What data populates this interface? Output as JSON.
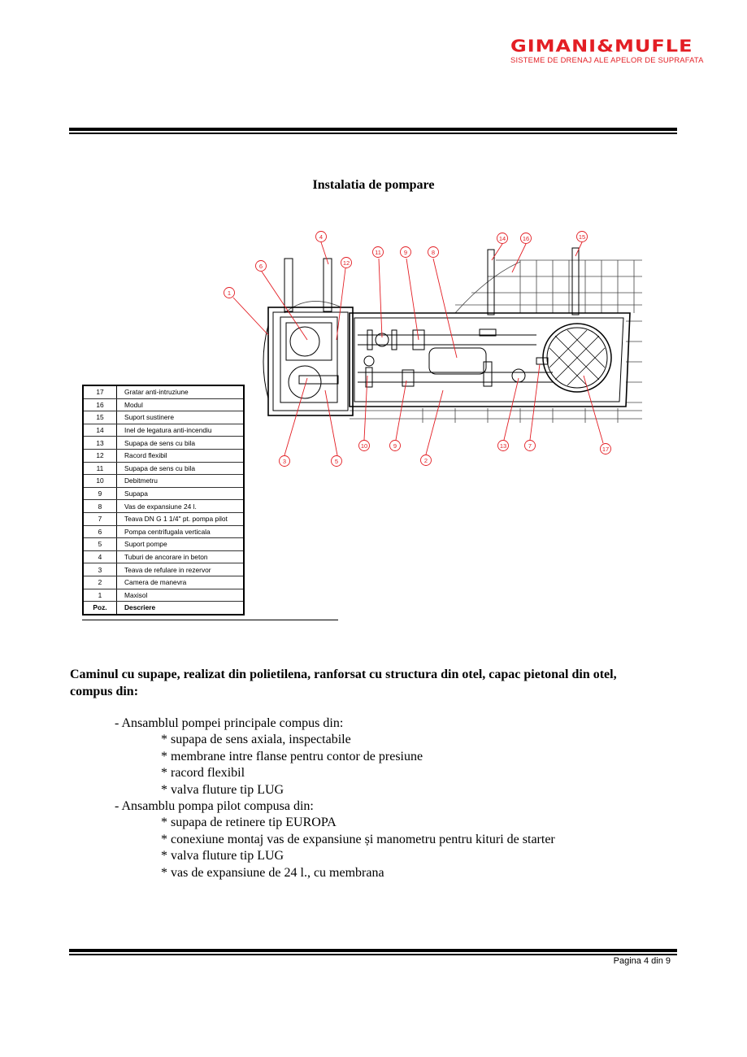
{
  "header": {
    "logo_main": "GIMANI&MUFLE",
    "logo_sub": "SISTEME DE DRENAJ ALE APELOR DE SUPRAFATA"
  },
  "title": "Instalatia de pompare",
  "drawing": {
    "callouts": [
      "1",
      "2",
      "3",
      "4",
      "5",
      "6",
      "7",
      "8",
      "9",
      "9",
      "10",
      "11",
      "12",
      "13",
      "14",
      "15",
      "16",
      "17"
    ]
  },
  "legend": {
    "rows": [
      {
        "num": "17",
        "desc": "Gratar anti-intruziune"
      },
      {
        "num": "16",
        "desc": "Modul"
      },
      {
        "num": "15",
        "desc": "Suport sustinere"
      },
      {
        "num": "14",
        "desc": "Inel de legatura anti-incendiu"
      },
      {
        "num": "13",
        "desc": "Supapa de sens cu bila"
      },
      {
        "num": "12",
        "desc": "Racord flexibil"
      },
      {
        "num": "11",
        "desc": "Supapa de sens cu bila"
      },
      {
        "num": "10",
        "desc": "Debitmetru"
      },
      {
        "num": "9",
        "desc": "Supapa"
      },
      {
        "num": "8",
        "desc": "Vas de expansiune 24 l."
      },
      {
        "num": "7",
        "desc": "Teava DN G 1 1/4\" pt. pompa pilot"
      },
      {
        "num": "6",
        "desc": "Pompa centrifugala verticala"
      },
      {
        "num": "5",
        "desc": "Suport pompe"
      },
      {
        "num": "4",
        "desc": "Tuburi de ancorare in beton"
      },
      {
        "num": "3",
        "desc": "Teava de refulare in rezervor"
      },
      {
        "num": "2",
        "desc": "Camera de manevra"
      },
      {
        "num": "1",
        "desc": "Maxisol"
      }
    ],
    "head": {
      "num": "Poz.",
      "desc": "Descriere"
    }
  },
  "section": {
    "heading": "Caminul cu supape, realizat din polietilena, ranforsat cu structura din otel, capac pietonal din otel, compus din:",
    "lines": [
      {
        "text": "- Ansamblul pompei principale compus din:",
        "sub": false
      },
      {
        "text": "* supapa de sens axiala, inspectabile",
        "sub": true
      },
      {
        "text": "* membrane intre flanse pentru contor de presiune",
        "sub": true
      },
      {
        "text": "* racord flexibil",
        "sub": true
      },
      {
        "text": "* valva fluture tip LUG",
        "sub": true
      },
      {
        "text": "- Ansamblu pompa pilot compusa din:",
        "sub": false
      },
      {
        "text": "* supapa de retinere tip EUROPA",
        "sub": true
      },
      {
        "text": "* conexiune montaj vas de expansiune și manometru pentru kituri de starter",
        "sub": true
      },
      {
        "text": "* valva fluture tip LUG",
        "sub": true
      },
      {
        "text": "* vas de expansiune de 24 l., cu membrana",
        "sub": true
      }
    ]
  },
  "footer": {
    "page": "Pagina 4 din 9"
  },
  "colors": {
    "brand": "#e31e24",
    "callout": "#e31e24"
  }
}
